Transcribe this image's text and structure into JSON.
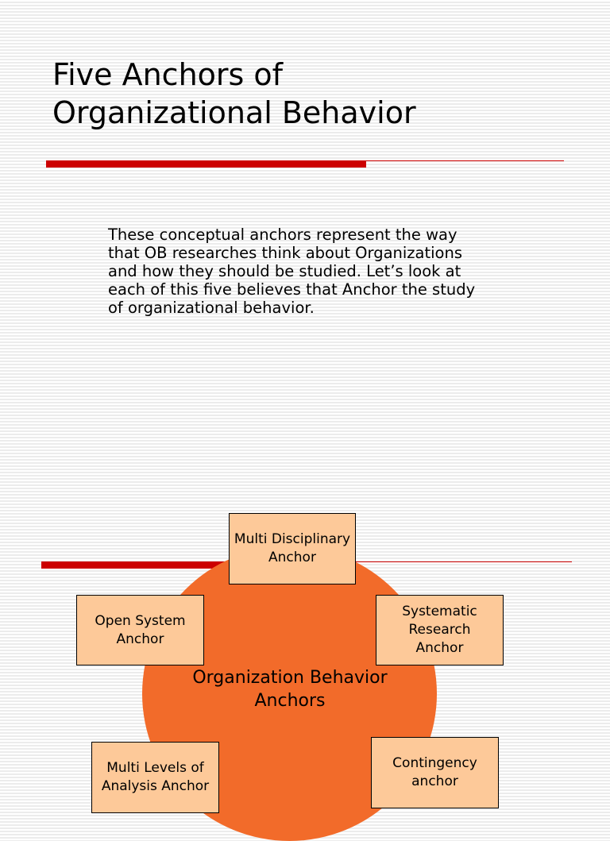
{
  "slide": {
    "title_lines": [
      "Five Anchors of",
      "Organizational Behavior"
    ],
    "intro_lines": [
      "These conceptual anchors represent the way",
      "that OB researches think about Organizations",
      "and how they should be studied. Let’s look at",
      "each of this five believes that Anchor the study",
      "of organizational behavior."
    ],
    "accent_color": "#cc0000"
  },
  "diagram": {
    "hub": {
      "label_lines": [
        "Organization Behavior",
        "Anchors"
      ],
      "color": "#f26b2a"
    },
    "nodes": [
      {
        "id": "multi-disciplinary",
        "label_lines": [
          "Multi Disciplinary",
          "Anchor"
        ]
      },
      {
        "id": "open-system",
        "label_lines": [
          "Open System",
          "Anchor"
        ]
      },
      {
        "id": "systematic-research",
        "label_lines": [
          "Systematic",
          "Research",
          "Anchor"
        ]
      },
      {
        "id": "multi-levels",
        "label_lines": [
          "Multi Levels of",
          "Analysis Anchor"
        ]
      },
      {
        "id": "contingency",
        "label_lines": [
          "Contingency",
          "anchor"
        ]
      }
    ],
    "node_color": "#fdc999"
  }
}
